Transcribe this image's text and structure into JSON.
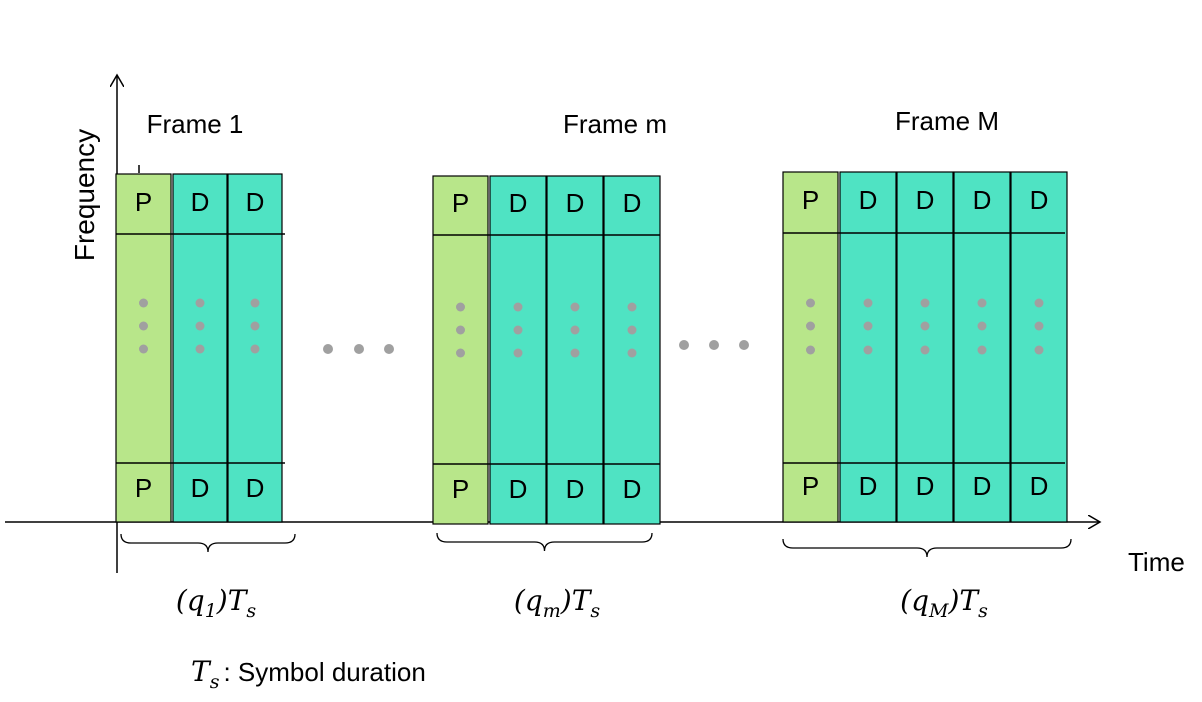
{
  "axes": {
    "y_label": "Frequency",
    "x_label": "Time"
  },
  "frames": [
    {
      "title": "Frame 1",
      "pilot_label": "P",
      "data_label": "D",
      "data_columns": 2,
      "duration": {
        "open": "(",
        "var": "q",
        "sub": "1",
        "close": ")",
        "T": "T",
        "Tsub": "s"
      }
    },
    {
      "title": "Frame m",
      "pilot_label": "P",
      "data_label": "D",
      "data_columns": 3,
      "duration": {
        "open": "(",
        "var": "q",
        "sub": "m",
        "close": ")",
        "T": "T",
        "Tsub": "s"
      }
    },
    {
      "title": "Frame M",
      "pilot_label": "P",
      "data_label": "D",
      "data_columns": 4,
      "duration": {
        "open": "(",
        "var": "q",
        "sub": "M",
        "close": ")",
        "T": "T",
        "Tsub": "s"
      }
    }
  ],
  "legend": {
    "symbol": "T",
    "symbol_sub": "s",
    "text": ": Symbol duration"
  },
  "colors": {
    "pilot": "#b8e68a",
    "data": "#4fe3c3",
    "ellipsis": "#a0a0a0",
    "line": "#000000"
  }
}
